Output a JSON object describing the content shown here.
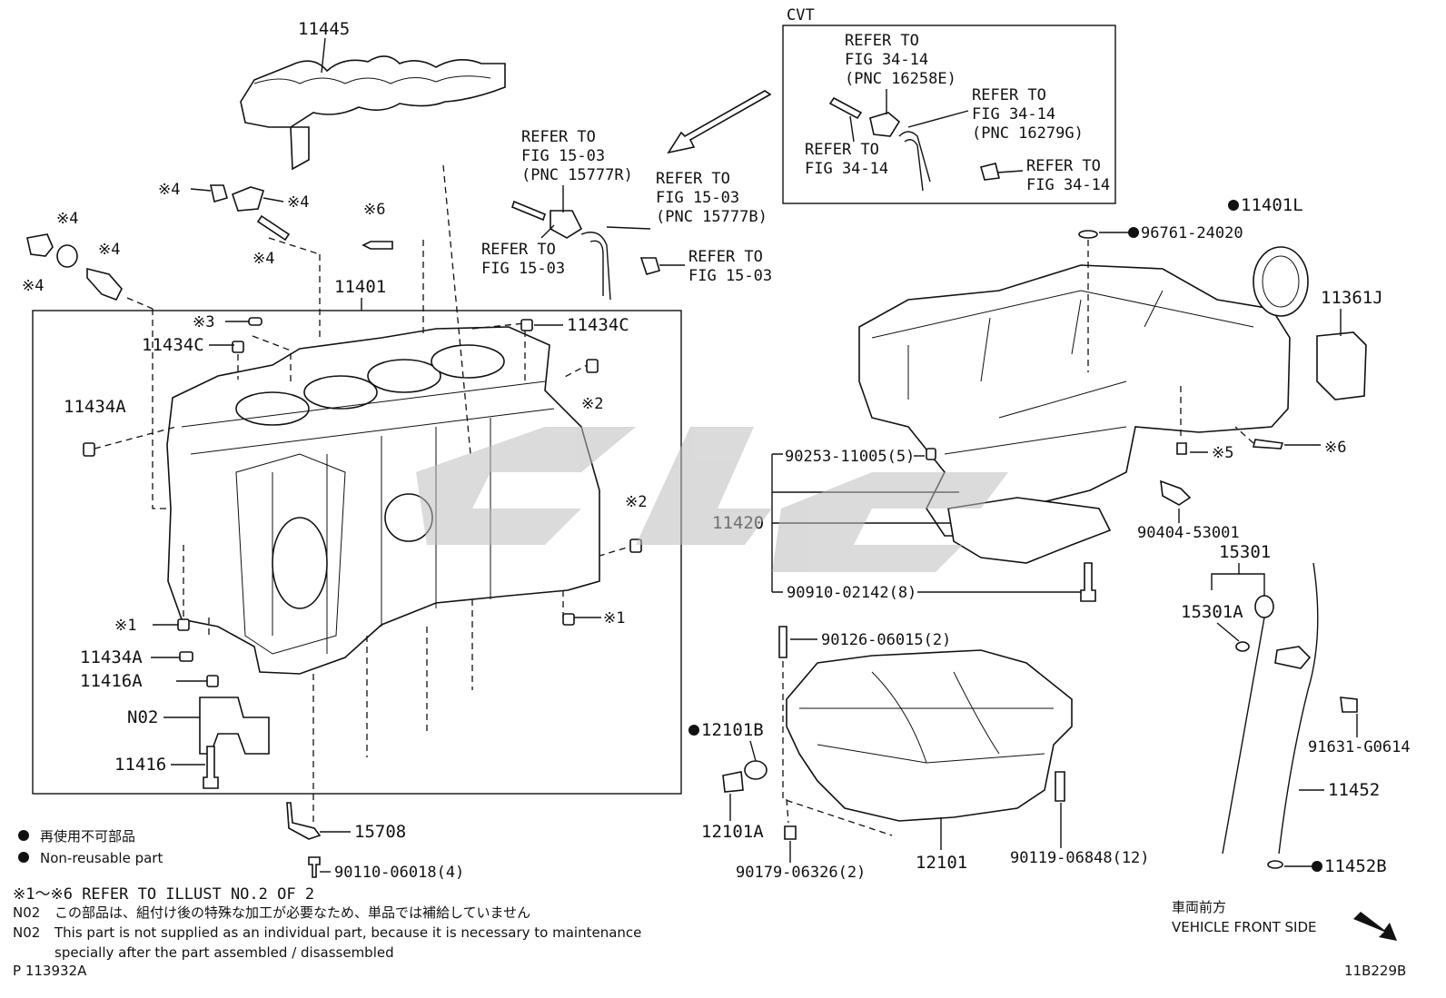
{
  "cvt_box": {
    "title": "CVT",
    "refers": [
      [
        "REFER TO",
        "FIG 34-14",
        "(PNC 16258E)"
      ],
      [
        "REFER TO",
        "FIG 34-14",
        "(PNC 16279G)"
      ],
      [
        "REFER TO",
        "FIG 34-14"
      ],
      [
        "REFER TO",
        "FIG 34-14"
      ]
    ]
  },
  "refers_15": [
    [
      "REFER TO",
      "FIG 15-03",
      "(PNC 15777R)"
    ],
    [
      "REFER TO",
      "FIG 15-03",
      "(PNC 15777B)"
    ],
    [
      "REFER TO",
      "FIG 15-03"
    ],
    [
      "REFER TO",
      "FIG 15-03"
    ]
  ],
  "marks": {
    "m1": "※1",
    "m2": "※2",
    "m3": "※3",
    "m4": "※4",
    "m5": "※5",
    "m6": "※6"
  },
  "parts": {
    "p11445": "11445",
    "p11401": "11401",
    "p11434C": "11434C",
    "p11434A": "11434A",
    "p11416A": "11416A",
    "pN02": "N02",
    "p11416": "11416",
    "p15708": "15708",
    "p90110": "90110-06018(4)",
    "p11401L": "11401L",
    "p96761": "96761-24020",
    "p11361J": "11361J",
    "p90253": "90253-11005(5)",
    "p11420": "11420",
    "p90910": "90910-02142(8)",
    "p90404": "90404-53001",
    "p15301": "15301",
    "p15301A": "15301A",
    "p90126": "90126-06015(2)",
    "p12101B": "12101B",
    "p12101A": "12101A",
    "p90179": "90179-06326(2)",
    "p12101": "12101",
    "p90119": "90119-06848(12)",
    "p91631": "91631-G0614",
    "p11452": "11452",
    "p11452B": "11452B"
  },
  "legend": {
    "jp": "再使用不可部品",
    "en": "Non-reusable part"
  },
  "footnotes": {
    "refer_line": "※1～※6 REFER TO ILLUST NO.2 OF 2",
    "n02_tag": "N02",
    "n02_jp": "この部品は、組付け後の特殊な加工が必要なため、単品では補給していません",
    "n02_en_1": "This part is not supplied as an individual part, because it is necessary to maintenance",
    "n02_en_2": "specially after the part assembled / disassembled",
    "illust_no": "P 113932A",
    "ref_code": "11B229B",
    "front_jp": "車両前方",
    "front_en": "VEHICLE FRONT SIDE"
  },
  "colors": {
    "ink": "#111111",
    "watermark": "#bdbdbd"
  }
}
